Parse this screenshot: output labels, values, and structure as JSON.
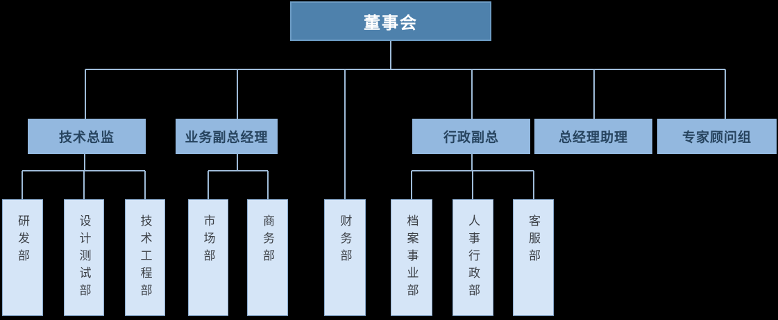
{
  "org_chart": {
    "type": "organization-chart",
    "root": {
      "id": "board",
      "label": "董事会"
    },
    "level2": [
      {
        "id": "tech-director",
        "label": "技术总监",
        "parent": "董事会"
      },
      {
        "id": "business-vp",
        "label": "业务副总经理",
        "parent": "董事会"
      },
      {
        "id": "admin-vp",
        "label": "行政副总",
        "parent": "董事会"
      },
      {
        "id": "gm-assistant",
        "label": "总经理助理",
        "parent": "董事会"
      },
      {
        "id": "expert-advisors",
        "label": "专家顾问组",
        "parent": "董事会"
      }
    ],
    "level3": [
      {
        "id": "rd-dept",
        "label": "研发部",
        "parent": "技术总监"
      },
      {
        "id": "design-test-dept",
        "label": "设计测试部",
        "parent": "技术总监"
      },
      {
        "id": "tech-engineering-dept",
        "label": "技术工程部",
        "parent": "技术总监"
      },
      {
        "id": "marketing-dept",
        "label": "市场部",
        "parent": "业务副总经理"
      },
      {
        "id": "commerce-dept",
        "label": "商务部",
        "parent": "业务副总经理"
      },
      {
        "id": "finance-dept",
        "label": "财务部",
        "parent": "董事会"
      },
      {
        "id": "archives-dept",
        "label": "档案事业部",
        "parent": "行政副总"
      },
      {
        "id": "hr-admin-dept",
        "label": "人事行政部",
        "parent": "行政副总"
      },
      {
        "id": "customer-service-dept",
        "label": "客服部",
        "parent": "行政副总"
      }
    ],
    "colors": {
      "background": "#000000",
      "root_fill": "#4e81ac",
      "root_border": "#6d9cc4",
      "root_text": "#ffffff",
      "level2_fill": "#93b8df",
      "level2_text": "#27445f",
      "level3_fill": "#d5e5f7",
      "level3_border": "#8aabce",
      "level3_text": "#3d4147",
      "connector": "#9fbcd9"
    }
  }
}
